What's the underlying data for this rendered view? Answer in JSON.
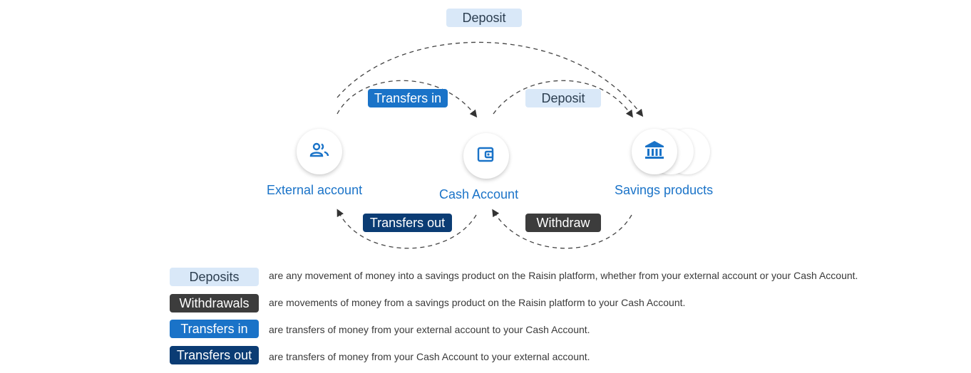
{
  "diagram": {
    "nodes": {
      "external": {
        "label": "External account",
        "icon": "people-icon"
      },
      "cash": {
        "label": "Cash Account",
        "icon": "wallet-icon"
      },
      "savings": {
        "label": "Savings products",
        "icon": "bank-icon"
      }
    },
    "flows": {
      "deposit_top": "Deposit",
      "transfers_in": "Transfers in",
      "deposit_mid": "Deposit",
      "transfers_out": "Transfers out",
      "withdraw": "Withdraw"
    }
  },
  "legend": [
    {
      "term": "Deposits",
      "description": "are any movement of money into a savings product on the Raisin platform, whether from your external account or your Cash Account."
    },
    {
      "term": "Withdrawals",
      "description": "are movements of money from a savings product on the Raisin platform to your Cash Account."
    },
    {
      "term": "Transfers in",
      "description": "are transfers of money from your external account to your Cash Account."
    },
    {
      "term": "Transfers out",
      "description": "are transfers of money from your Cash Account to your external account."
    }
  ],
  "colors": {
    "light_pill": "#d9e8f8",
    "dark_pill": "#3c3c3c",
    "blue_pill": "#1a73c8",
    "navy_pill": "#0b3c74",
    "accent_text": "#1a73c8"
  }
}
